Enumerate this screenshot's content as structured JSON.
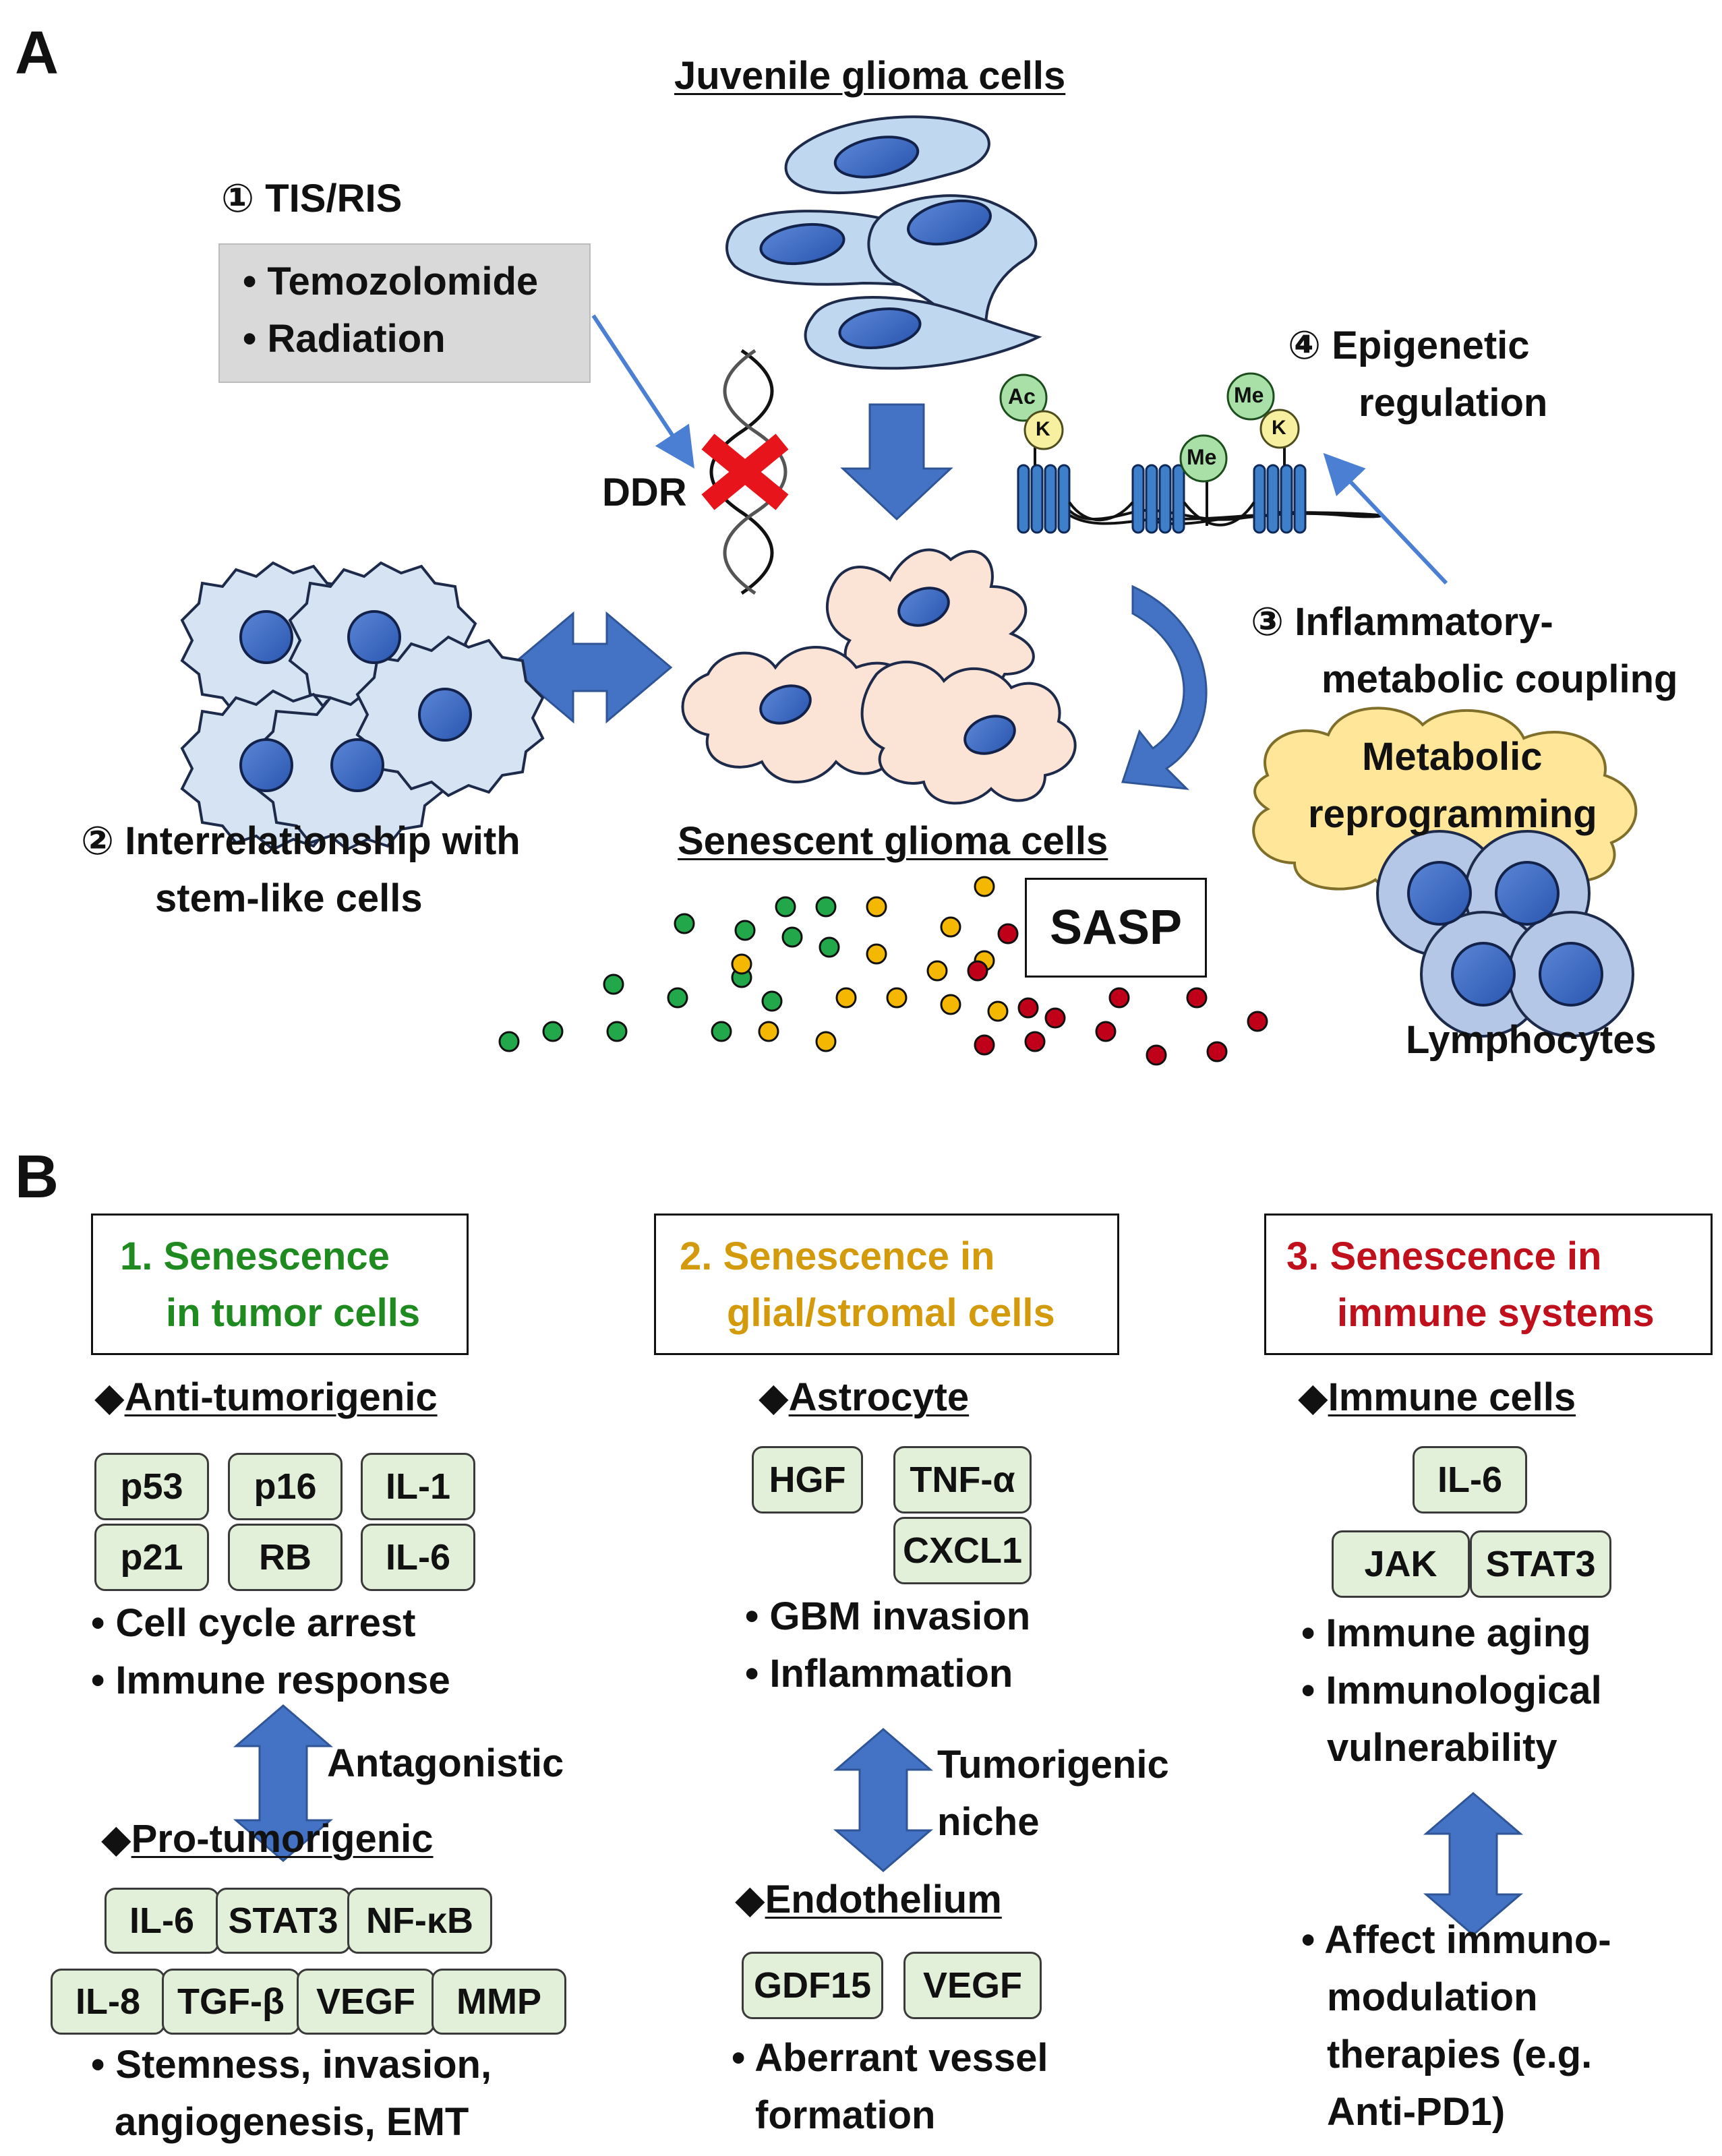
{
  "panelA": {
    "letter": "A",
    "juvenile": "Juvenile glioma cells",
    "tis_label": "① TIS/RIS",
    "tis_items": [
      "Temozolomide",
      "Radiation"
    ],
    "ddr": "DDR",
    "epi": [
      "④ Epigenetic",
      "regulation"
    ],
    "mod_labels": {
      "ac": "Ac",
      "k": "K",
      "me": "Me"
    },
    "inflam": [
      "③ Inflammatory-",
      "metabolic coupling"
    ],
    "metabolic": [
      "Metabolic",
      "reprogramming"
    ],
    "stem": [
      "② Interrelationship with",
      "stem-like cells"
    ],
    "senescent": "Senescent glioma cells",
    "sasp": "SASP",
    "lymph": "Lymphocytes"
  },
  "panelB": {
    "letter": "B",
    "col1": {
      "title": [
        "1. Senescence",
        "in tumor cells"
      ],
      "anti_header": "Anti-tumorigenic",
      "anti_chips": [
        "p53",
        "p16",
        "IL-1",
        "p21",
        "RB",
        "IL-6"
      ],
      "anti_bullets": [
        "Cell cycle arrest",
        "Immune response"
      ],
      "arrow_label": "Antagonistic",
      "pro_header": "Pro-tumorigenic",
      "pro_chips_row1": [
        "IL-6",
        "STAT3",
        "NF-κB"
      ],
      "pro_chips_row2": [
        "IL-8",
        "TGF-β",
        "VEGF",
        "MMP"
      ],
      "pro_bullets": [
        "Stemness, invasion,",
        "angiogenesis, EMT"
      ]
    },
    "col2": {
      "title": [
        "2. Senescence in",
        "glial/stromal cells"
      ],
      "astro_header": "Astrocyte",
      "astro_chips": [
        "HGF",
        "TNF-α",
        "CXCL1"
      ],
      "astro_bullets": [
        "GBM invasion",
        "Inflammation"
      ],
      "arrow_label": [
        "Tumorigenic",
        "niche"
      ],
      "endo_header": "Endothelium",
      "endo_chips": [
        "GDF15",
        "VEGF"
      ],
      "endo_bullets": [
        "Aberrant vessel",
        "formation"
      ]
    },
    "col3": {
      "title": [
        "3. Senescence in",
        "immune systems"
      ],
      "immune_header": "Immune cells",
      "immune_chips": [
        "IL-6",
        "JAK",
        "STAT3"
      ],
      "immune_bullets": [
        "Immune aging",
        "Immunological",
        "vulnerability"
      ],
      "affect_lines": [
        "Affect immuno-",
        "modulation",
        "therapies (e.g.",
        "Anti-PD1)"
      ]
    }
  },
  "colors": {
    "green": "#1f8a1f",
    "gold": "#d39a0b",
    "red": "#c0101c",
    "arrow_blue": "#4472c4",
    "chip_fill": "#e2f0d9"
  }
}
